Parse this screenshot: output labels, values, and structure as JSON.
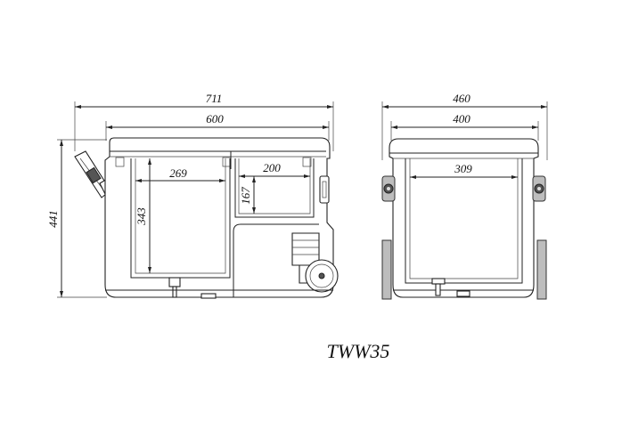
{
  "side_view": {
    "overall_length": "711",
    "body_length": "600",
    "left_compartment_width": "269",
    "right_compartment_width": "200",
    "overall_height": "441",
    "left_compartment_depth": "343",
    "right_compartment_depth": "167"
  },
  "front_view": {
    "overall_width": "460",
    "body_width": "400",
    "inner_width": "309"
  },
  "model": "TWW35"
}
